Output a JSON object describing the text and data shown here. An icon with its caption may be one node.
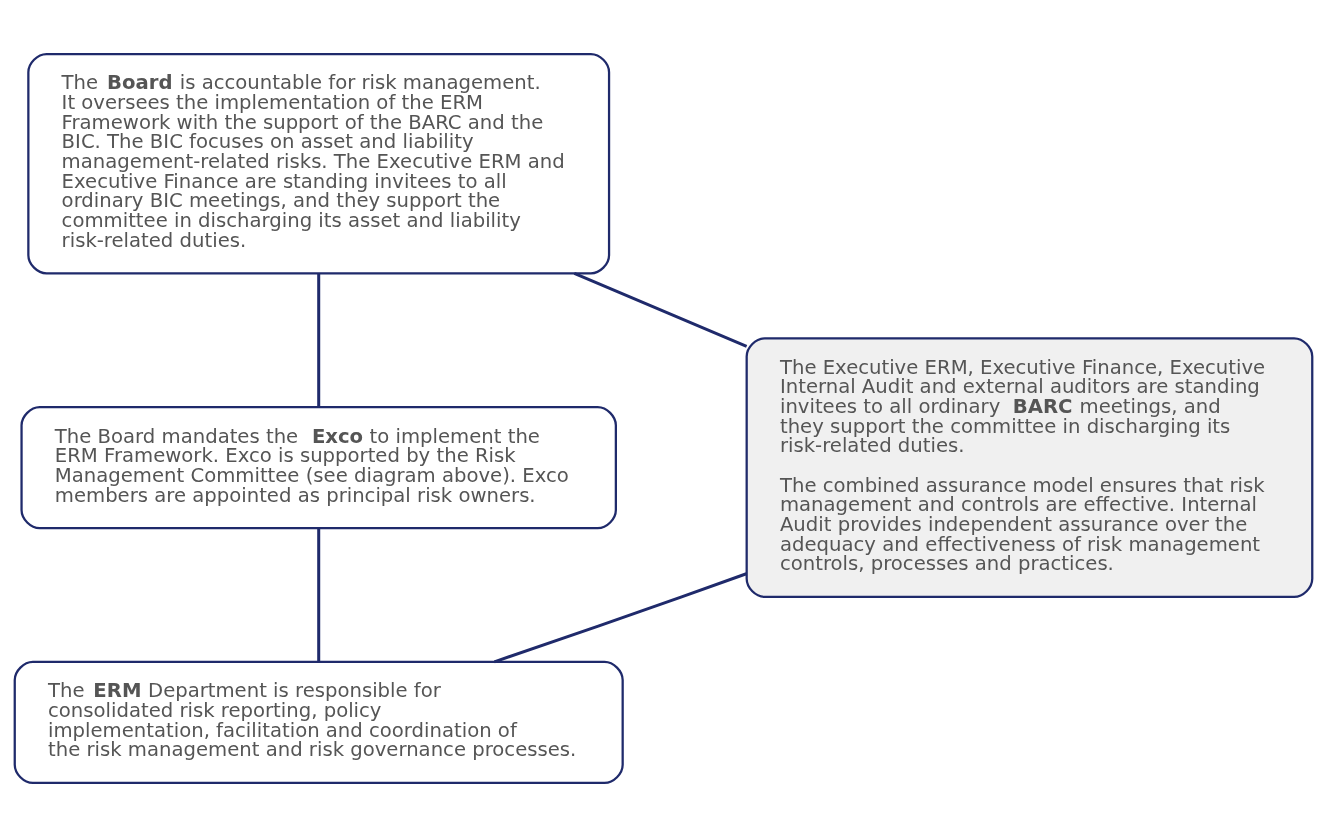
{
  "diagram": {
    "nodes": [
      {
        "text": [
          "The **Board** is accountable for risk management. It oversees the implementation of the ERM Framework with the support of the BARC and the BIC. The BIC focuses on asset and liability management-related risks. The Executive ERM and Executive Finance are standing invitees to all ordinary BIC meetings, and they support the committee in discharging its asset and liability risk-related duties."
        ]
      },
      {
        "text": [
          "The Board mandates the **Exco** to implement the ERM Framework. Exco is supported by the Risk Management Committee (see diagram above). Exco members are appointed as principal risk owners."
        ]
      },
      {
        "text": [
          "The **ERM** Department is responsible for consolidated risk reporting, policy implementation, facilitation and coordination of the risk management and risk governance processes."
        ]
      },
      {
        "text": [
          "The Executive ERM, Executive Finance, Executive Internal Audit and external auditors are standing invitees to all ordinary **BARC** meetings, and they support the committee in discharging its risk-related duties.",
          "The combined assurance model ensures that risk management and controls are effective. Internal Audit provides independent assurance over the adequacy and effectiveness of risk management controls, processes and practices."
        ]
      }
    ],
    "edges": [
      {
        "from": 0,
        "to": 1,
        "arrow": "none"
      },
      {
        "from": 1,
        "to": 2,
        "arrow": "none"
      },
      {
        "from": 0,
        "to": 3,
        "arrow": "none"
      },
      {
        "from": 3,
        "to": 2,
        "arrow": "none"
      }
    ]
  }
}
